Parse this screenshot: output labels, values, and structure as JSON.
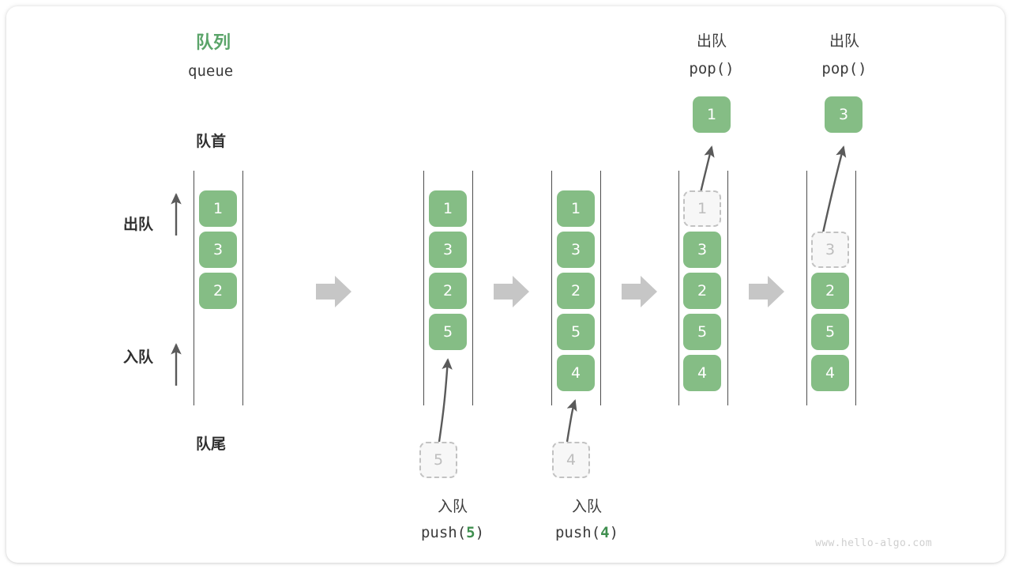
{
  "card": {
    "background": "#ffffff",
    "accent_green": "#85bd85",
    "title_green": "#5aa469",
    "ghost_gray": "#c2c2c2",
    "arrow_gray": "#c6c6c6",
    "rail_gray": "#4d4d4d"
  },
  "title": {
    "cn": "队列",
    "en": "queue"
  },
  "annotations": {
    "front": "队首",
    "rear": "队尾",
    "dequeue": "出队",
    "enqueue": "入队"
  },
  "watermark": "www.hello-algo.com",
  "transition_arrows": 4,
  "columns": [
    {
      "id": "initial",
      "cells": [
        {
          "value": "1",
          "state": "filled"
        },
        {
          "value": "3",
          "state": "filled"
        },
        {
          "value": "2",
          "state": "filled"
        }
      ],
      "caption_cn": "",
      "caption_code": "",
      "loose_cell": null,
      "output_cell": null
    },
    {
      "id": "push-5",
      "cells": [
        {
          "value": "1",
          "state": "filled"
        },
        {
          "value": "3",
          "state": "filled"
        },
        {
          "value": "2",
          "state": "filled"
        },
        {
          "value": "5",
          "state": "filled"
        }
      ],
      "caption_cn": "入队",
      "caption_code": "push(5)",
      "caption_code_prefix": "push(",
      "caption_code_value": "5",
      "caption_code_suffix": ")",
      "loose_cell": {
        "value": "5",
        "state": "ghost"
      },
      "output_cell": null
    },
    {
      "id": "push-4",
      "cells": [
        {
          "value": "1",
          "state": "filled"
        },
        {
          "value": "3",
          "state": "filled"
        },
        {
          "value": "2",
          "state": "filled"
        },
        {
          "value": "5",
          "state": "filled"
        },
        {
          "value": "4",
          "state": "filled"
        }
      ],
      "caption_cn": "入队",
      "caption_code": "push(4)",
      "caption_code_prefix": "push(",
      "caption_code_value": "4",
      "caption_code_suffix": ")",
      "loose_cell": {
        "value": "4",
        "state": "ghost"
      },
      "output_cell": null
    },
    {
      "id": "pop-1",
      "cells": [
        {
          "value": "1",
          "state": "ghost"
        },
        {
          "value": "3",
          "state": "filled"
        },
        {
          "value": "2",
          "state": "filled"
        },
        {
          "value": "5",
          "state": "filled"
        },
        {
          "value": "4",
          "state": "filled"
        }
      ],
      "header_cn": "出队",
      "header_code": "pop()",
      "output_cell": {
        "value": "1",
        "state": "filled"
      }
    },
    {
      "id": "pop-3",
      "cells": [
        {
          "value": "3",
          "state": "ghost"
        },
        {
          "value": "2",
          "state": "filled"
        },
        {
          "value": "5",
          "state": "filled"
        },
        {
          "value": "4",
          "state": "filled"
        }
      ],
      "header_cn": "出队",
      "header_code": "pop()",
      "output_cell": {
        "value": "3",
        "state": "filled"
      }
    }
  ]
}
